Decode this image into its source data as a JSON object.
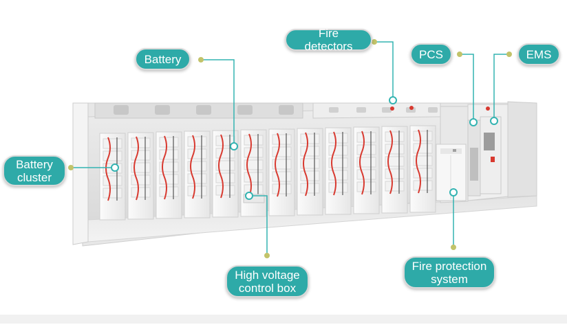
{
  "labels": {
    "fire_detectors": "Fire detectors",
    "battery": "Battery",
    "pcs": "PCS",
    "ems": "EMS",
    "battery_cluster": "Battery\ncluster",
    "hv_control_box": "High voltage\ncontrol box",
    "fire_protection": "Fire protection\nsystem"
  },
  "colors": {
    "callout_teal": "#2eaaa8",
    "leader_teal": "#32b3b1",
    "dot_olive": "#c2c36a",
    "cable_red": "#d8392f",
    "cabinet_white": "#f6f6f6"
  }
}
